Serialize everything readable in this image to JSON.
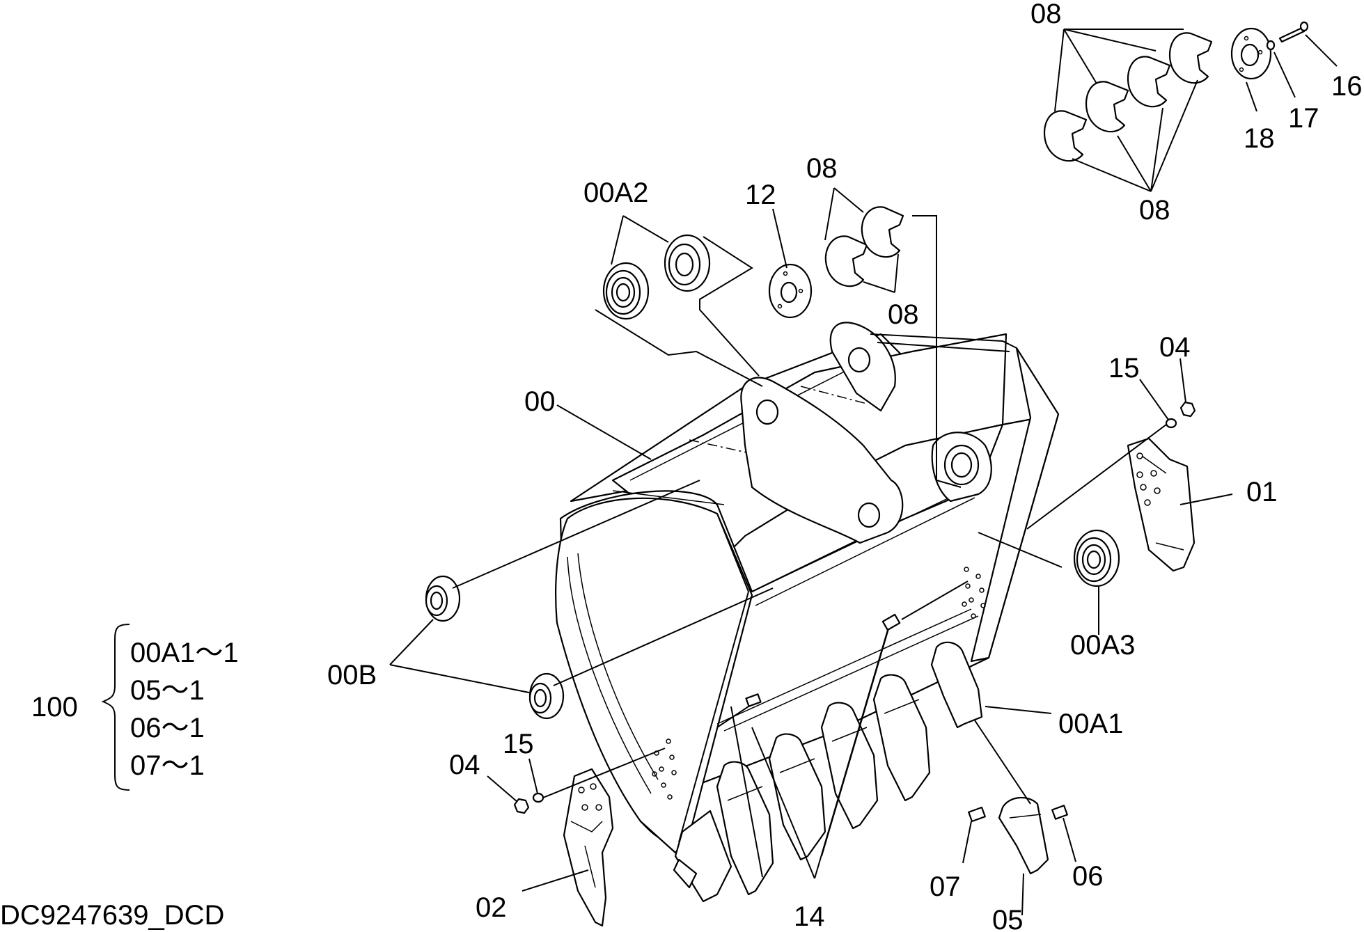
{
  "drawing_id": "DC9247639_DCD",
  "callouts": {
    "c00": "00",
    "c00A1": "00A1",
    "c00A2": "00A2",
    "c00A3": "00A3",
    "c00B": "00B",
    "c01": "01",
    "c02": "02",
    "c04_left": "04",
    "c04_right": "04",
    "c05": "05",
    "c06": "06",
    "c07": "07",
    "c08_top": "08",
    "c08_mid_upper": "08",
    "c08_mid_lower": "08",
    "c08_right": "08",
    "c12": "12",
    "c14": "14",
    "c15_left": "15",
    "c15_right": "15",
    "c16": "16",
    "c17": "17",
    "c18": "18"
  },
  "kit": {
    "label": "100",
    "items": [
      "00A1〜1",
      "05〜1",
      "06〜1",
      "07〜1"
    ]
  }
}
